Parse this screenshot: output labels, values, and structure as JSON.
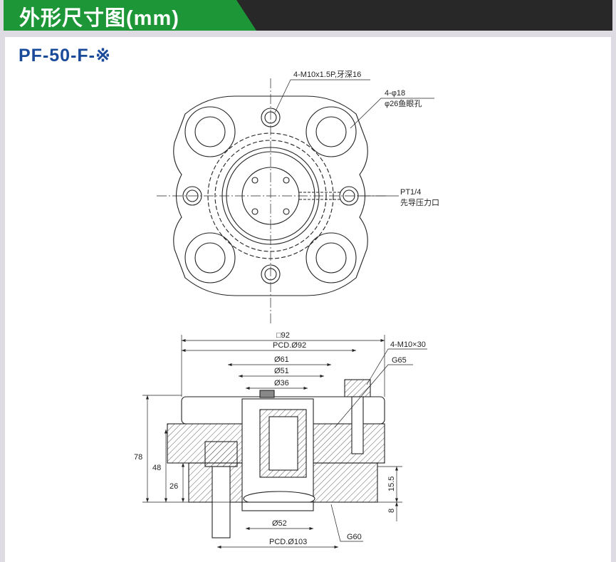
{
  "header": {
    "title": "外形尺寸图(mm)",
    "accent": "#1c9636"
  },
  "model": "PF-50-F-※",
  "top_view": {
    "labels": {
      "thread": "4-M10x1.5P,牙深16",
      "hole1": "4-φ18",
      "hole2": "φ26鱼眼孔",
      "port1": "PT1/4",
      "port2": "先导压力口"
    }
  },
  "side_view": {
    "labels": {
      "sq": "□92",
      "pcd92": "PCD.Ø92",
      "d61": "Ø61",
      "d51": "Ø51",
      "d36": "Ø36",
      "bolt": "4-M10×30",
      "g65": "G65",
      "h78": "78",
      "h48": "48",
      "h26": "26",
      "h155": "15.5",
      "h8": "8",
      "d52": "Ø52",
      "pcd103": "PCD.Ø103",
      "g60": "G60"
    }
  }
}
